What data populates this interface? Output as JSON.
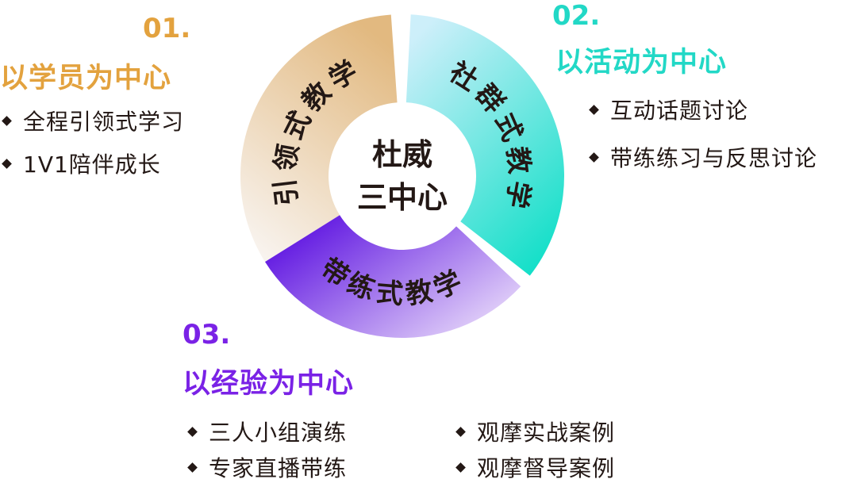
{
  "center": {
    "line1": "杜威",
    "line2": "三中心"
  },
  "segments": [
    {
      "label": "引领式教学",
      "color_a": "#e2b980",
      "color_b": "#f8f3ee"
    },
    {
      "label": "社群式教学",
      "color_a": "#cdeffa",
      "color_b": "#12dfc8"
    },
    {
      "label": "带练式教学",
      "color_a": "#5a0ee0",
      "color_b": "#efe4fb"
    }
  ],
  "section1": {
    "num": "01.",
    "title": "以学员为中心",
    "color": "#e3a23e",
    "bullets": [
      "全程引领式学习",
      "1V1陪伴成长"
    ]
  },
  "section2": {
    "num": "02.",
    "title": "以活动为中心",
    "color": "#22d8c6",
    "bullets": [
      "互动话题讨论",
      "带练练习与反思讨论"
    ]
  },
  "section3": {
    "num": "03.",
    "title": "以经验为中心",
    "color": "#7a22e6",
    "bullets": [
      "三人小组演练",
      "专家直播带练",
      "观摩实战案例",
      "观摩督导案例"
    ]
  }
}
